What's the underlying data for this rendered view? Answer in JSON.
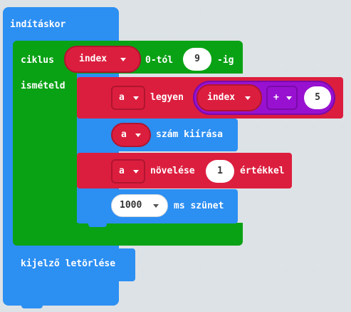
{
  "colors": {
    "event_blue": "#2c8ff2",
    "loop_green": "#0aa215",
    "var_red": "#dc1e3e",
    "math_purple": "#9811d1",
    "basic_blue": "#2c8ff2",
    "workspace_bg": "#ecf0f3"
  },
  "blocks": {
    "on_start": {
      "label": "indításkor"
    },
    "for_loop": {
      "label": "ciklus",
      "variable": "index",
      "from_label": "0-tól",
      "to_value": "9",
      "to_label": "-ig",
      "repeat_label": "ismételd"
    },
    "set_var": {
      "variable": "a",
      "label": "legyen",
      "operand_left": "index",
      "operator": "+",
      "operand_right": "5"
    },
    "show_number": {
      "variable": "a",
      "label": "szám kiírása"
    },
    "change_var": {
      "variable": "a",
      "label": "növelése",
      "value": "1",
      "suffix": "értékkel"
    },
    "pause": {
      "value": "1000",
      "label": "ms szünet"
    },
    "clear_screen": {
      "label": "kijelző letörlése"
    }
  },
  "icons": {
    "dropdown": "caret-down-icon"
  }
}
